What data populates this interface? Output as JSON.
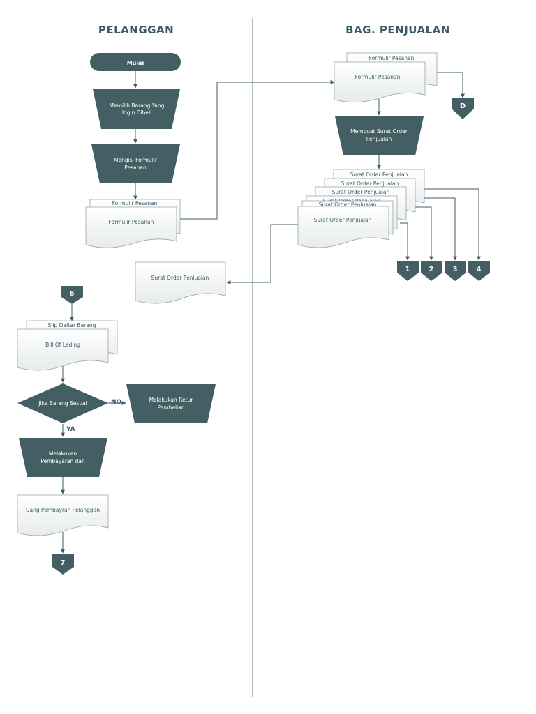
{
  "lanes": {
    "left": "PELANGGAN",
    "right": "BAG. PENJUALAN"
  },
  "nodes": {
    "start": "Mulai",
    "choose_line1": "Memilih Barang Yang",
    "choose_line2": "Ingin Dibeli",
    "fill_line1": "Mengisi Formulir",
    "fill_line2": "Pesanan",
    "form_doc_back": "Formulir Pesanan",
    "form_doc_front": "Formulir Pesanan",
    "right_form_back": "Formulir Pesanan",
    "right_form_front": "Formulir Pesanan",
    "make_sop_line1": "Membuat Surat Order",
    "make_sop_line2": "Penjualan",
    "sop_1": "Surat Order Penjualan",
    "sop_2": "Surat Order Penjualan",
    "sop_3": "Surat Order Penjualan",
    "sop_4": "Surat Order Penjualan",
    "sop_5": "Surat Order Penjualan",
    "sop_front": "Surat Order Penjualan",
    "sop_customer": "Surat Order Penjualan",
    "slip_doc": "Slip Daftar Barang",
    "bill_doc": "Bill Of Lading",
    "decision": "Jika Barang Sesuai",
    "decision_no": "NO",
    "decision_yes": "YA",
    "retur_line1": "Melakukan Retur",
    "retur_line2": "Pembelian",
    "pay_line1": "Melakukan",
    "pay_line2": "Pembayaran dan",
    "payment_doc": "Uang Pembayran Pelanggan"
  },
  "connectors": {
    "d": "D",
    "c1": "1",
    "c2": "2",
    "c3": "3",
    "c4": "4",
    "c6": "6",
    "c7": "7"
  },
  "colors": {
    "shape_fill": "#435f63",
    "line": "#3f5c64",
    "title": "#3c5a63",
    "doc_stroke": "#9aa3a6"
  }
}
